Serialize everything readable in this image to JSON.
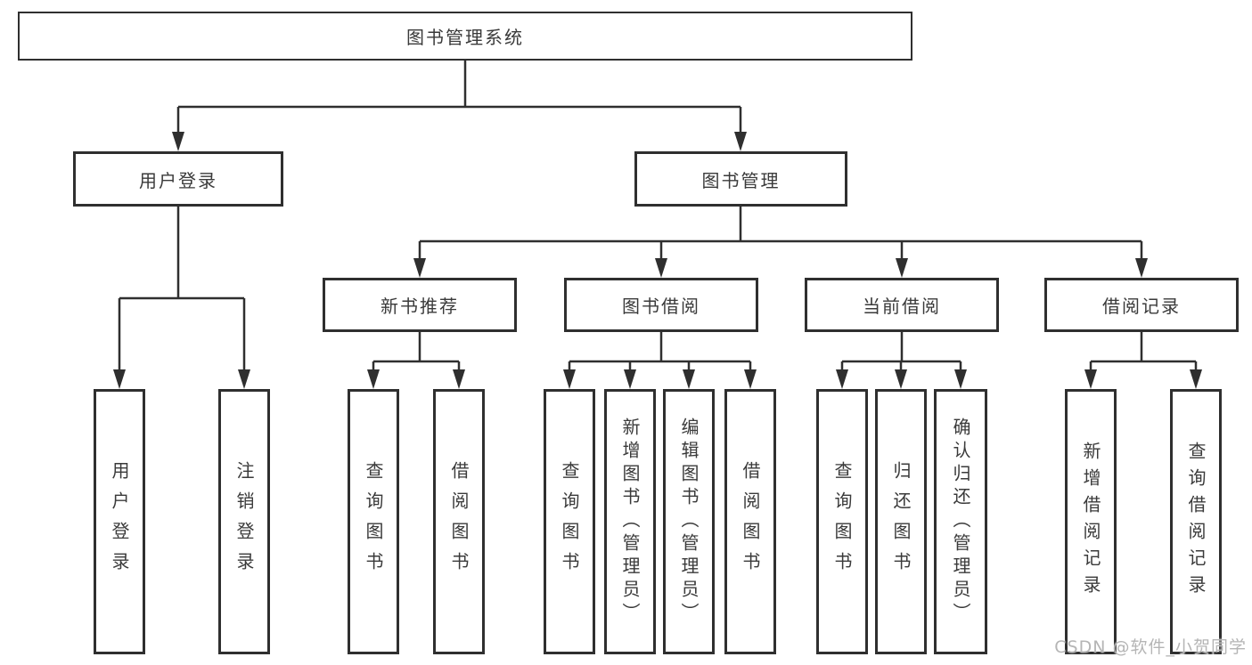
{
  "tree": {
    "root": {
      "label": "图书管理系统"
    },
    "branches": [
      {
        "label": "用户登录",
        "children": [
          {
            "label": "用户登录"
          },
          {
            "label": "注销登录"
          }
        ]
      },
      {
        "label": "图书管理",
        "children": [
          {
            "label": "新书推荐",
            "children": [
              {
                "label": "查询图书"
              },
              {
                "label": "借阅图书"
              }
            ]
          },
          {
            "label": "图书借阅",
            "children": [
              {
                "label": "查询图书"
              },
              {
                "label": "新增图书（管理员）"
              },
              {
                "label": "编辑图书（管理员）"
              },
              {
                "label": "借阅图书"
              }
            ]
          },
          {
            "label": "当前借阅",
            "children": [
              {
                "label": "查询图书"
              },
              {
                "label": "归还图书"
              },
              {
                "label": "确认归还（管理员）"
              }
            ]
          },
          {
            "label": "借阅记录",
            "children": [
              {
                "label": "新增借阅记录"
              },
              {
                "label": "查询借阅记录"
              }
            ]
          }
        ]
      }
    ]
  },
  "watermark": {
    "text": "CSDN @软件_小贺同学"
  },
  "colors": {
    "line": "#2f2f2f",
    "box_border": "#2f2f2f",
    "text": "#3a3a3a",
    "watermark": "#b5b5b5",
    "background": "#ffffff"
  }
}
